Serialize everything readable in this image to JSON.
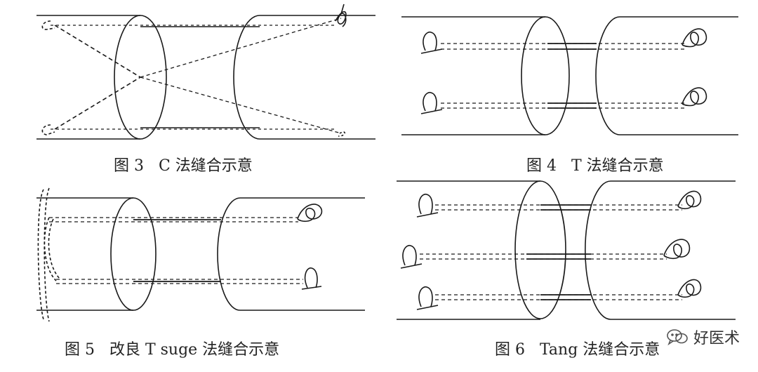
{
  "figures": [
    {
      "caption": "图 3   C 法缝合示意"
    },
    {
      "caption": "图 4   T 法缝合示意"
    },
    {
      "caption": "图 5   改良 T suge 法缝合示意"
    },
    {
      "caption": "图 6   Tang 法缝合示意"
    }
  ],
  "watermark": {
    "text": "好医术",
    "icon": "wechat-icon"
  },
  "colors": {
    "line": "#1a1a1a",
    "background": "#ffffff"
  }
}
